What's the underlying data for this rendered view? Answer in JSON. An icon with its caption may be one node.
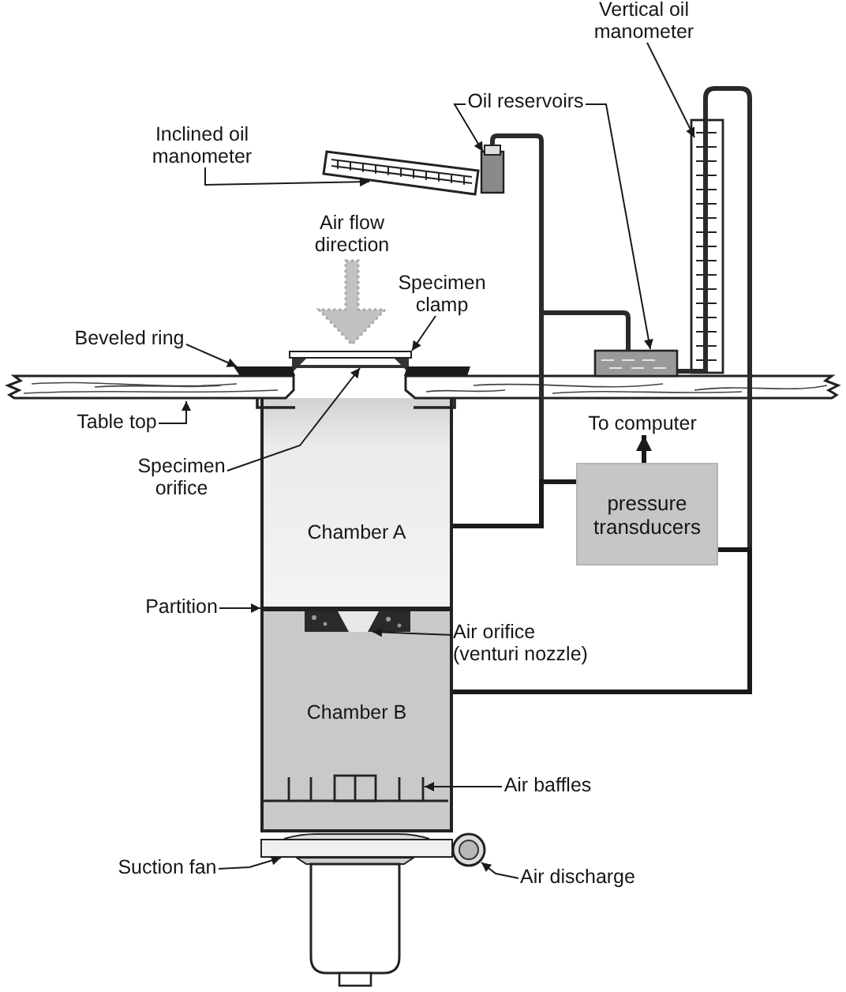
{
  "diagram": {
    "nodes": [
      {
        "text": [
          "Vertical oil manometer"
        ]
      },
      {
        "text": [
          "Oil reservoirs"
        ]
      },
      {
        "text": [
          "Inclined oil manometer"
        ]
      },
      {
        "text": [
          "Specimen clamp"
        ]
      },
      {
        "text": [],
        "shape": "box"
      },
      {
        "text": [
          "Beveled ring"
        ]
      },
      {
        "text": [],
        "shape": "picture"
      },
      {
        "text": [
          "Table top"
        ]
      },
      {
        "text": [
          "Specimen orifice"
        ]
      },
      {
        "text": [],
        "shape": "bar"
      },
      {
        "text": [
          "Chamber A"
        ]
      },
      {
        "text": [
          "To computer"
        ]
      },
      {
        "text": [
          "pressure transducers"
        ]
      },
      {
        "text": [
          "Partition"
        ]
      },
      {
        "text": [],
        "shape": "bar"
      },
      {
        "text": [
          "Chamber B"
        ]
      },
      {
        "text": [],
        "shape": "picture",
        "in": 15
      },
      {
        "text": [
          "Air orifice (venturi nozzle)"
        ]
      },
      {
        "text": [
          "Air baffles"
        ]
      },
      {
        "text": [],
        "shape": "box",
        "in": 15
      },
      {
        "text": [],
        "shape": "box"
      },
      {
        "text": [
          "Suction fan"
        ]
      },
      {
        "text": [
          "Air discharge"
        ]
      }
    ],
    "edges": [
      {
        "from": 0,
        "to": null,
        "arrow": "to"
      },
      {
        "from": 1,
        "to": null,
        "arrow": "to"
      },
      {
        "from": 1,
        "to": null,
        "arrow": "to"
      },
      {
        "from": 2,
        "to": null,
        "arrow": "to"
      },
      {
        "from": 3,
        "to": 4,
        "arrow": "to"
      },
      {
        "from": 5,
        "to": 6,
        "arrow": "to"
      },
      {
        "from": 7,
        "to": null,
        "arrow": "to"
      },
      {
        "from": 8,
        "to": 9,
        "arrow": "to"
      },
      {
        "from": 12,
        "to": 11,
        "arrow": "to",
        "style": "thick"
      },
      {
        "from": 12,
        "to": 10,
        "arrow": "none",
        "style": "thick"
      },
      {
        "from": 12,
        "to": 15,
        "arrow": "none",
        "style": "thick"
      },
      {
        "from": 13,
        "to": 14,
        "arrow": "to"
      },
      {
        "from": 17,
        "to": 16,
        "arrow": "to"
      },
      {
        "from": 18,
        "to": 19,
        "arrow": "to"
      },
      {
        "from": 21,
        "to": 20,
        "arrow": "to"
      },
      {
        "from": 22,
        "to": null,
        "arrow": "to"
      }
    ],
    "labels": [
      "Air flow direction"
    ]
  }
}
